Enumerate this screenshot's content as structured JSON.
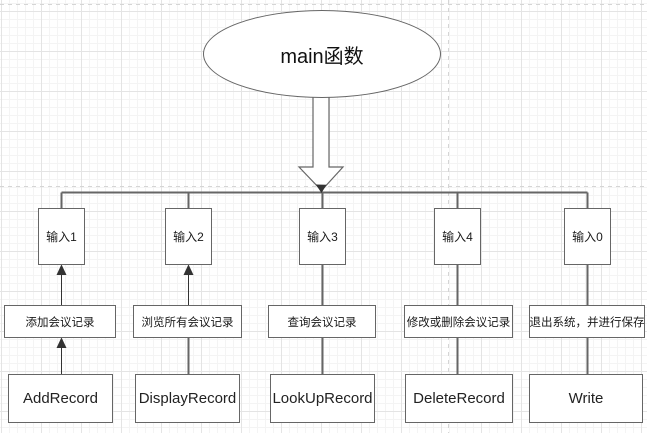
{
  "diagram": {
    "root": {
      "label": "main函数"
    },
    "columns": [
      {
        "input": "输入1",
        "action": "添加会议记录",
        "func": "AddRecord"
      },
      {
        "input": "输入2",
        "action": "浏览所有会议记录",
        "func": "DisplayRecord"
      },
      {
        "input": "输入3",
        "action": "查询会议记录",
        "func": "LookUpRecord"
      },
      {
        "input": "输入4",
        "action": "修改或删除会议记录",
        "func": "DeleteRecord"
      },
      {
        "input": "输入0",
        "action": "退出系统，并进行保存",
        "func": "Write"
      }
    ],
    "colors": {
      "shape_stroke": "#666666",
      "thin_arrow": "#333333",
      "grid_minor": "#f4f4f4",
      "grid_major": "#e4e4e4",
      "page_break_dash": "#d5d5d5",
      "background": "#ffffff",
      "text": "#1a1a1a"
    }
  }
}
